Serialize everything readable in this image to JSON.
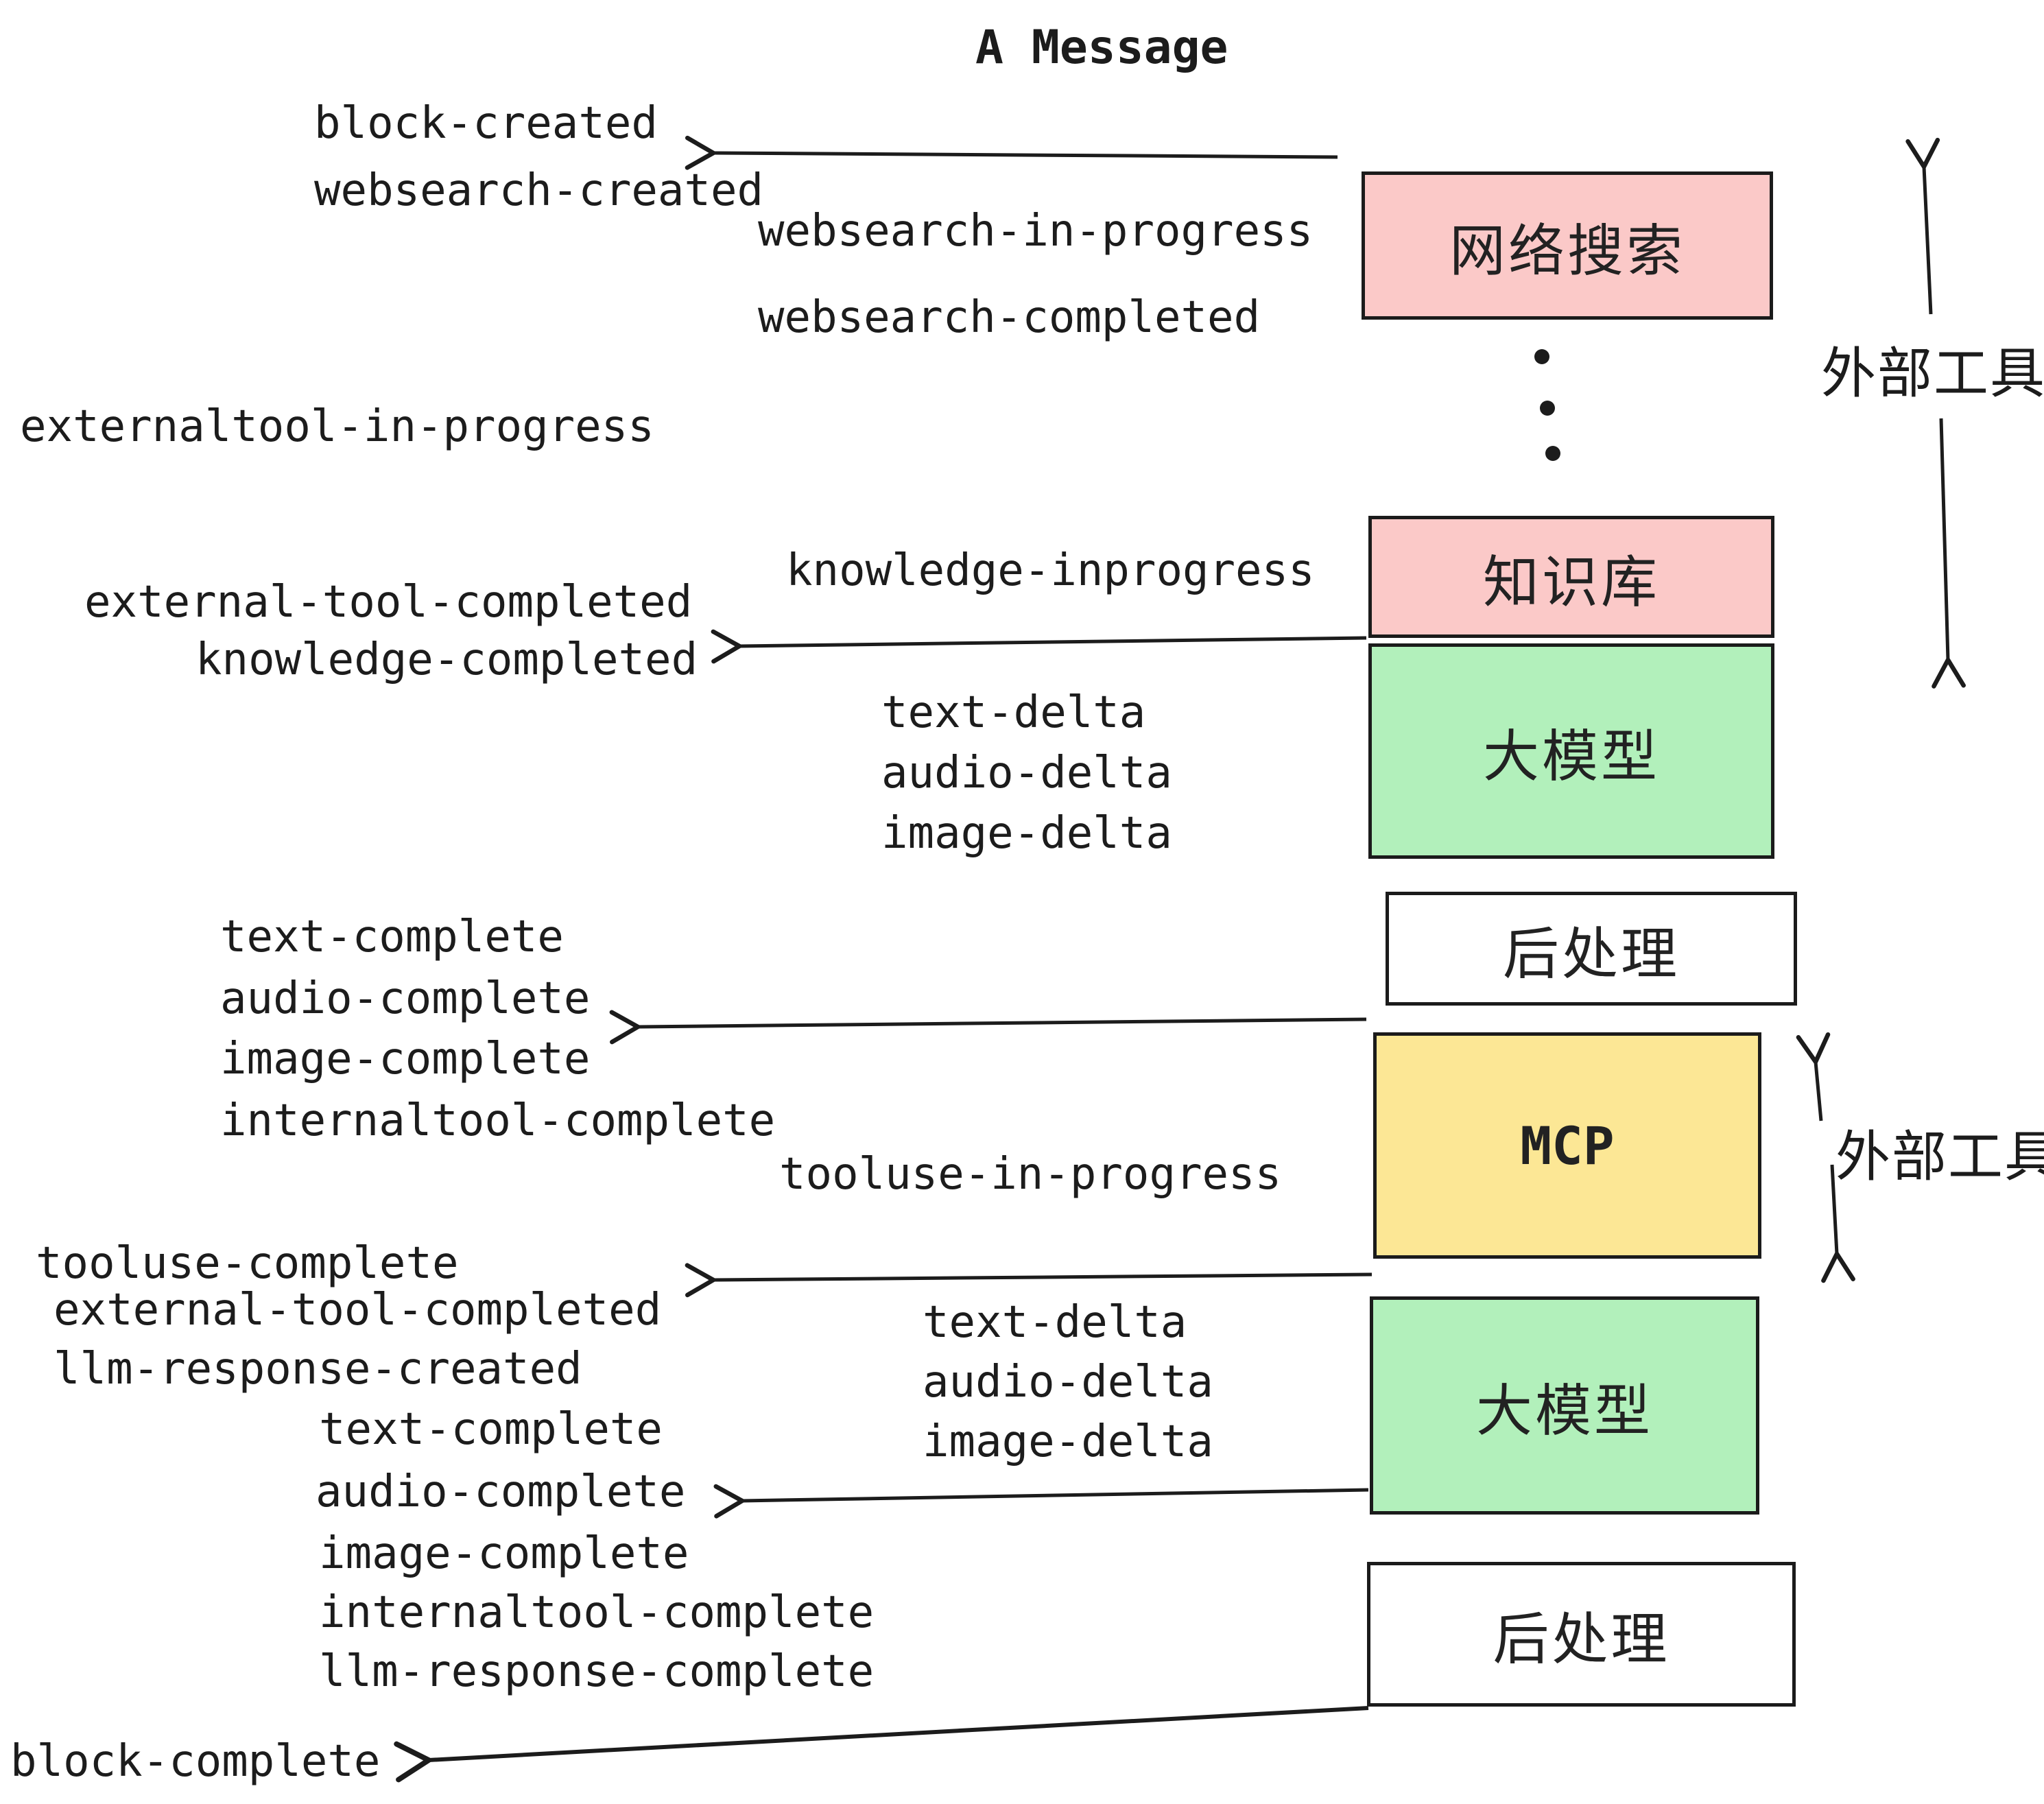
{
  "title": "A Message",
  "colors": {
    "ink": "#1C1C1C",
    "websearch_box": "#FBC9C8",
    "knowledge_box": "#FBC9C8",
    "llm_box": "#B2F0BB",
    "postprocess_box": "#FFFFFF",
    "mcp_box": "#FCE795"
  },
  "boxes": [
    {
      "label": "网络搜索",
      "color": "#FBC9C8"
    },
    {
      "label": "知识库",
      "color": "#FBC9C8"
    },
    {
      "label": "大模型",
      "color": "#B2F0BB"
    },
    {
      "label": "后处理",
      "color": "#FFFFFF"
    },
    {
      "label": "MCP",
      "color": "#FCE795"
    },
    {
      "label": "大模型",
      "color": "#B2F0BB"
    },
    {
      "label": "后处理",
      "color": "#FFFFFF"
    }
  ],
  "side_labels": [
    {
      "text": "外部工具"
    },
    {
      "text": "外部工具"
    }
  ],
  "events": [
    {
      "text": "block-created"
    },
    {
      "text": "websearch-created"
    },
    {
      "text": "websearch-in-progress"
    },
    {
      "text": "websearch-completed"
    },
    {
      "text": "externaltool-in-progress"
    },
    {
      "text": "knowledge-inprogress"
    },
    {
      "text": "external-tool-completed"
    },
    {
      "text": "knowledge-completed"
    },
    {
      "text": "text-delta"
    },
    {
      "text": "audio-delta"
    },
    {
      "text": "image-delta"
    },
    {
      "text": "text-complete"
    },
    {
      "text": "audio-complete"
    },
    {
      "text": "image-complete"
    },
    {
      "text": "internaltool-complete"
    },
    {
      "text": "tooluse-in-progress"
    },
    {
      "text": "tooluse-complete"
    },
    {
      "text": "external-tool-completed"
    },
    {
      "text": "llm-response-created"
    },
    {
      "text": "text-complete"
    },
    {
      "text": "audio-complete"
    },
    {
      "text": "image-complete"
    },
    {
      "text": "internaltool-complete"
    },
    {
      "text": "llm-response-complete"
    },
    {
      "text": "block-complete"
    },
    {
      "text": "text-delta"
    },
    {
      "text": "audio-delta"
    },
    {
      "text": "image-delta"
    }
  ]
}
